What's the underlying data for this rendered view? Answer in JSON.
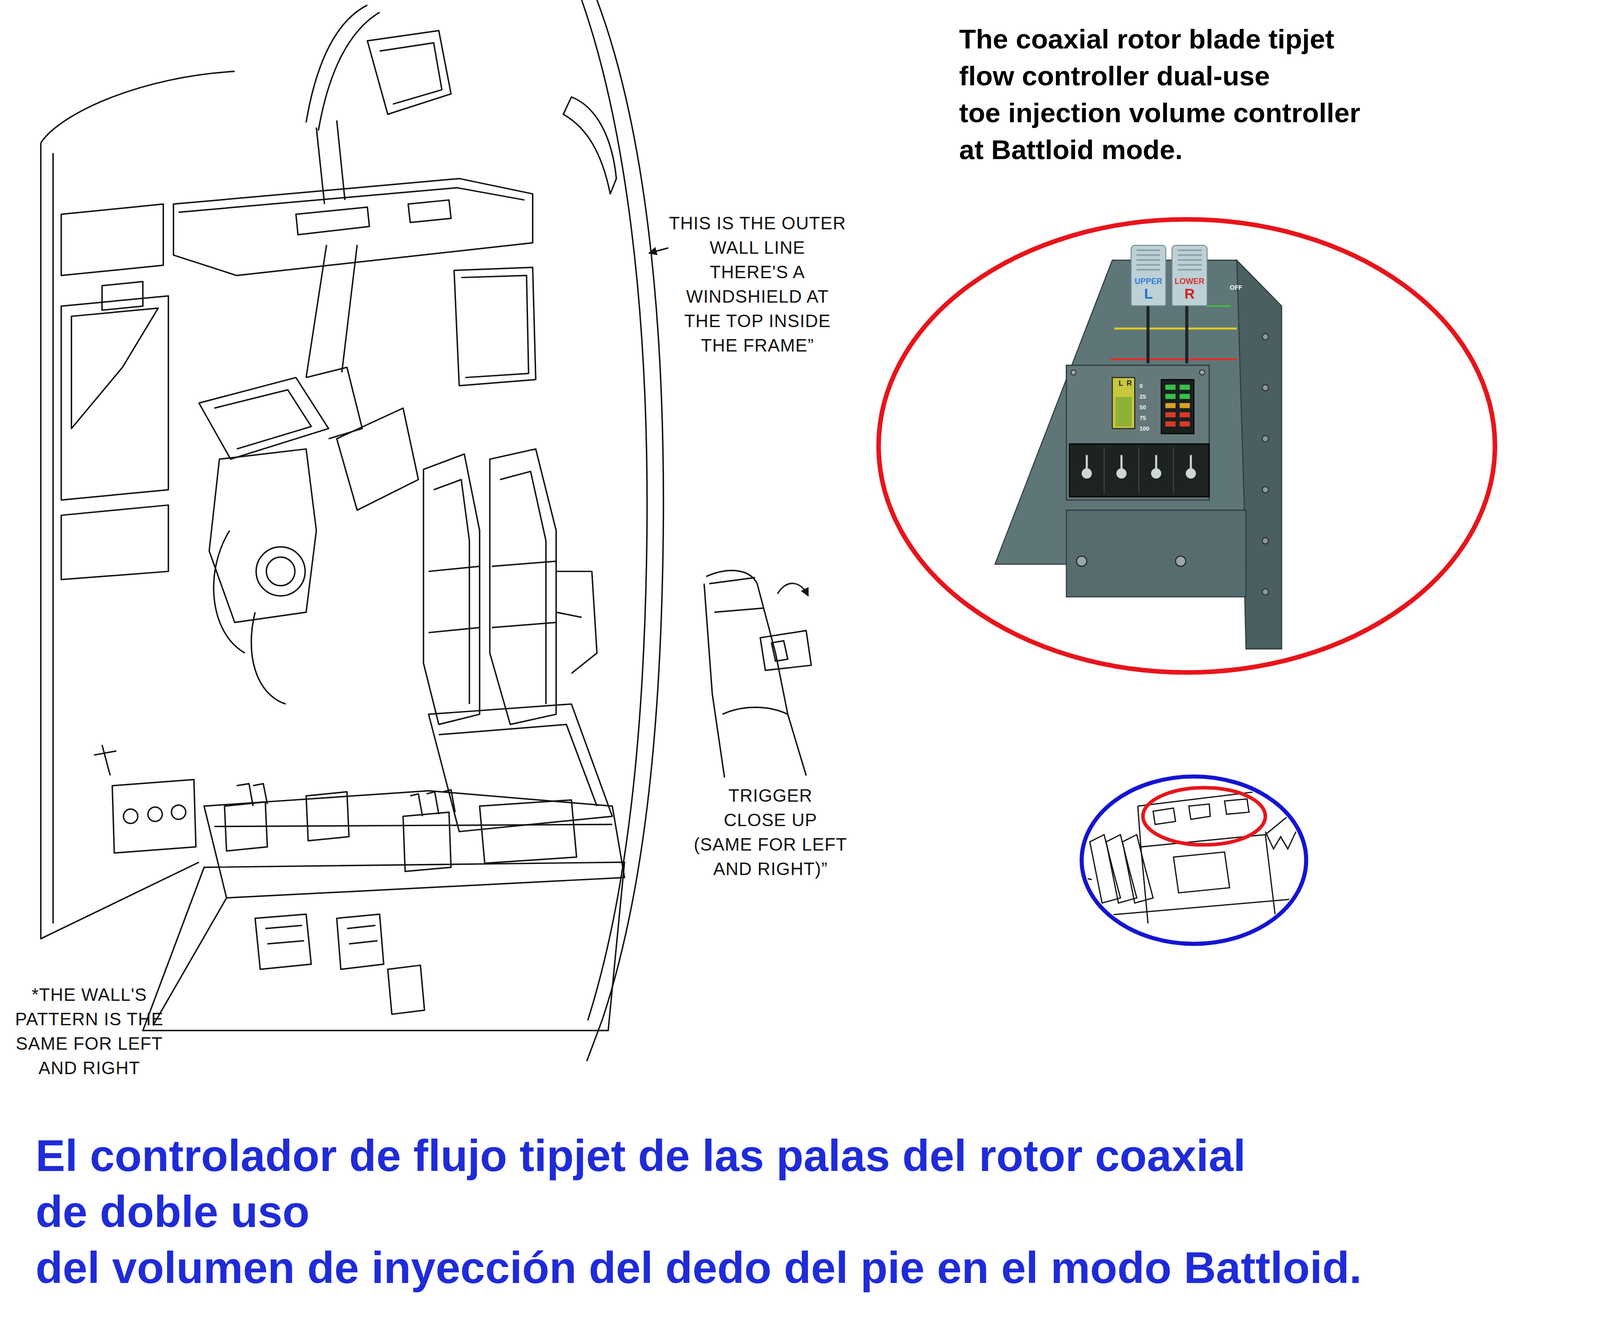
{
  "diagram": {
    "title": "The coaxial rotor blade tipjet flow controller dual-use toe injection volume controller at Battloid mode.",
    "caption": "El controlador de flujo tipjet de las palas del rotor coaxial de doble uso del volumen de inyección del dedo del pie en el modo Battloid.",
    "nodes": [
      {
        "text": [
          "UPPER",
          "L"
        ]
      },
      {
        "text": [
          "LOWER",
          "R"
        ]
      }
    ],
    "labels": [
      "THIS IS THE OUTER WALL LINE THERE'S A WINDSHIELD AT THE TOP INSIDE THE FRAME”",
      "TRIGGER CLOSE UP (SAME FOR LEFT AND RIGHT)”",
      "*THE WALL'S PATTERN IS THE SAME FOR LEFT AND RIGHT",
      "OFF",
      "L",
      "R",
      "0",
      "25",
      "50",
      "75",
      "100"
    ]
  }
}
